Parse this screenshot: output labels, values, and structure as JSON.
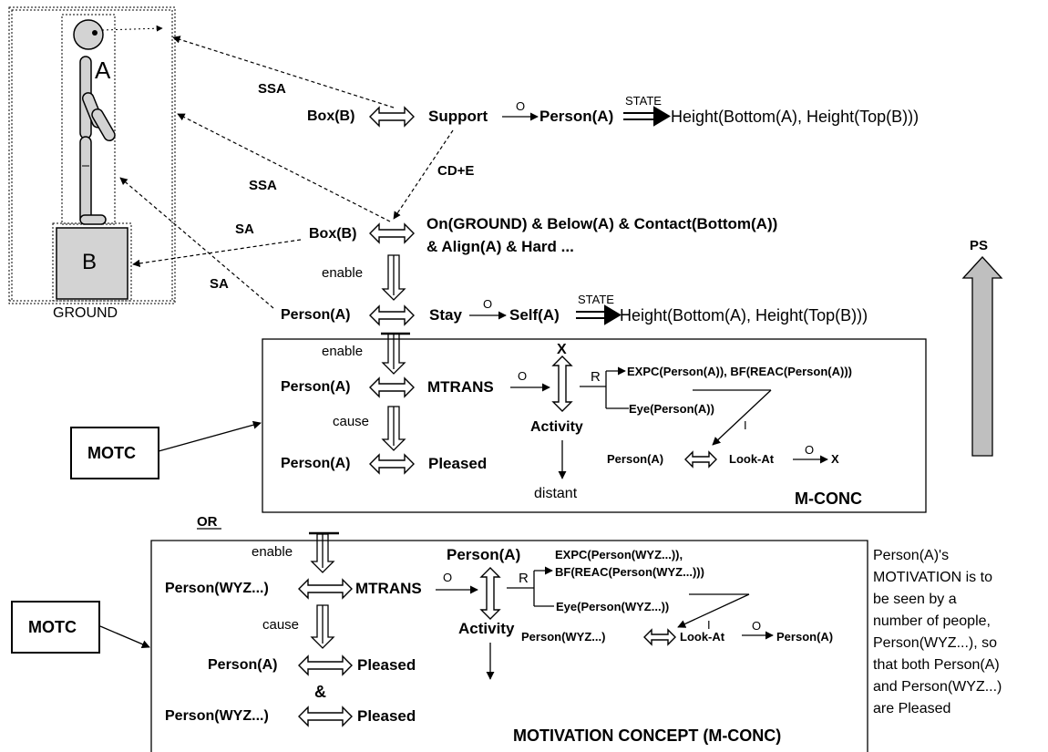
{
  "figure": {
    "label_A": "A",
    "label_B": "B",
    "ground": "GROUND"
  },
  "arrows": {
    "ssa_top": "SSA",
    "ssa_mid": "SSA",
    "sa_box": "SA",
    "sa_person": "SA",
    "cde": "CD+E",
    "o_marks": [
      "O",
      "O",
      "O",
      "O",
      "O",
      "O"
    ],
    "state_marks": [
      "STATE",
      "STATE"
    ],
    "r_marks": [
      "R",
      "R"
    ],
    "i_marks": [
      "I",
      "I"
    ],
    "enable_1": "enable",
    "enable_2": "enable",
    "enable_3": "enable",
    "cause_1": "cause",
    "cause_2": "cause",
    "ps": "PS"
  },
  "top_block": {
    "row1": {
      "box": "Box(B)",
      "support": "Support",
      "person": "Person(A)",
      "height": "Height(Bottom(A), Height(Top(B)))"
    },
    "row2": {
      "box": "Box(B)",
      "line1": "On(GROUND) & Below(A) & Contact(Bottom(A))",
      "line2": "& Align(A) & Hard ..."
    },
    "row3": {
      "person": "Person(A)",
      "stay": "Stay",
      "self": "Self(A)",
      "height": "Height(Bottom(A), Height(Top(B)))"
    }
  },
  "mconc_box": {
    "person_1": "Person(A)",
    "mtrans": "MTRANS",
    "x": "X",
    "activity": "Activity",
    "distant": "distant",
    "expc": "EXPC(Person(A)), BF(REAC(Person(A)))",
    "eye": "Eye(Person(A))",
    "person_look": "Person(A)",
    "look_at": "Look-At",
    "look_target": "X",
    "person_2": "Person(A)",
    "pleased": "Pleased",
    "title": "M-CONC",
    "motc": "MOTC"
  },
  "or_label": "OR",
  "motivation_box": {
    "person_wyz": "Person(WYZ...)",
    "mtrans": "MTRANS",
    "person_a_top": "Person(A)",
    "activity": "Activity",
    "expc_line1": "EXPC(Person(WYZ...)),",
    "expc_line2": "BF(REAC(Person(WYZ...)))",
    "eye": "Eye(Person(WYZ...))",
    "person_look": "Person(WYZ...)",
    "look_at": "Look-At",
    "look_target": "Person(A)",
    "person_a_pleased": "Person(A)",
    "pleased_1": "Pleased",
    "amp": "&",
    "person_wyz_pleased": "Person(WYZ...)",
    "pleased_2": "Pleased",
    "title": "MOTIVATION CONCEPT (M-CONC)",
    "motc": "MOTC"
  },
  "side_note": "Person(A)'s\nMOTIVATION is to\nbe seen by a\nnumber of people,\nPerson(WYZ...), so\nthat both Person(A)\nand Person(WYZ...)\nare Pleased"
}
